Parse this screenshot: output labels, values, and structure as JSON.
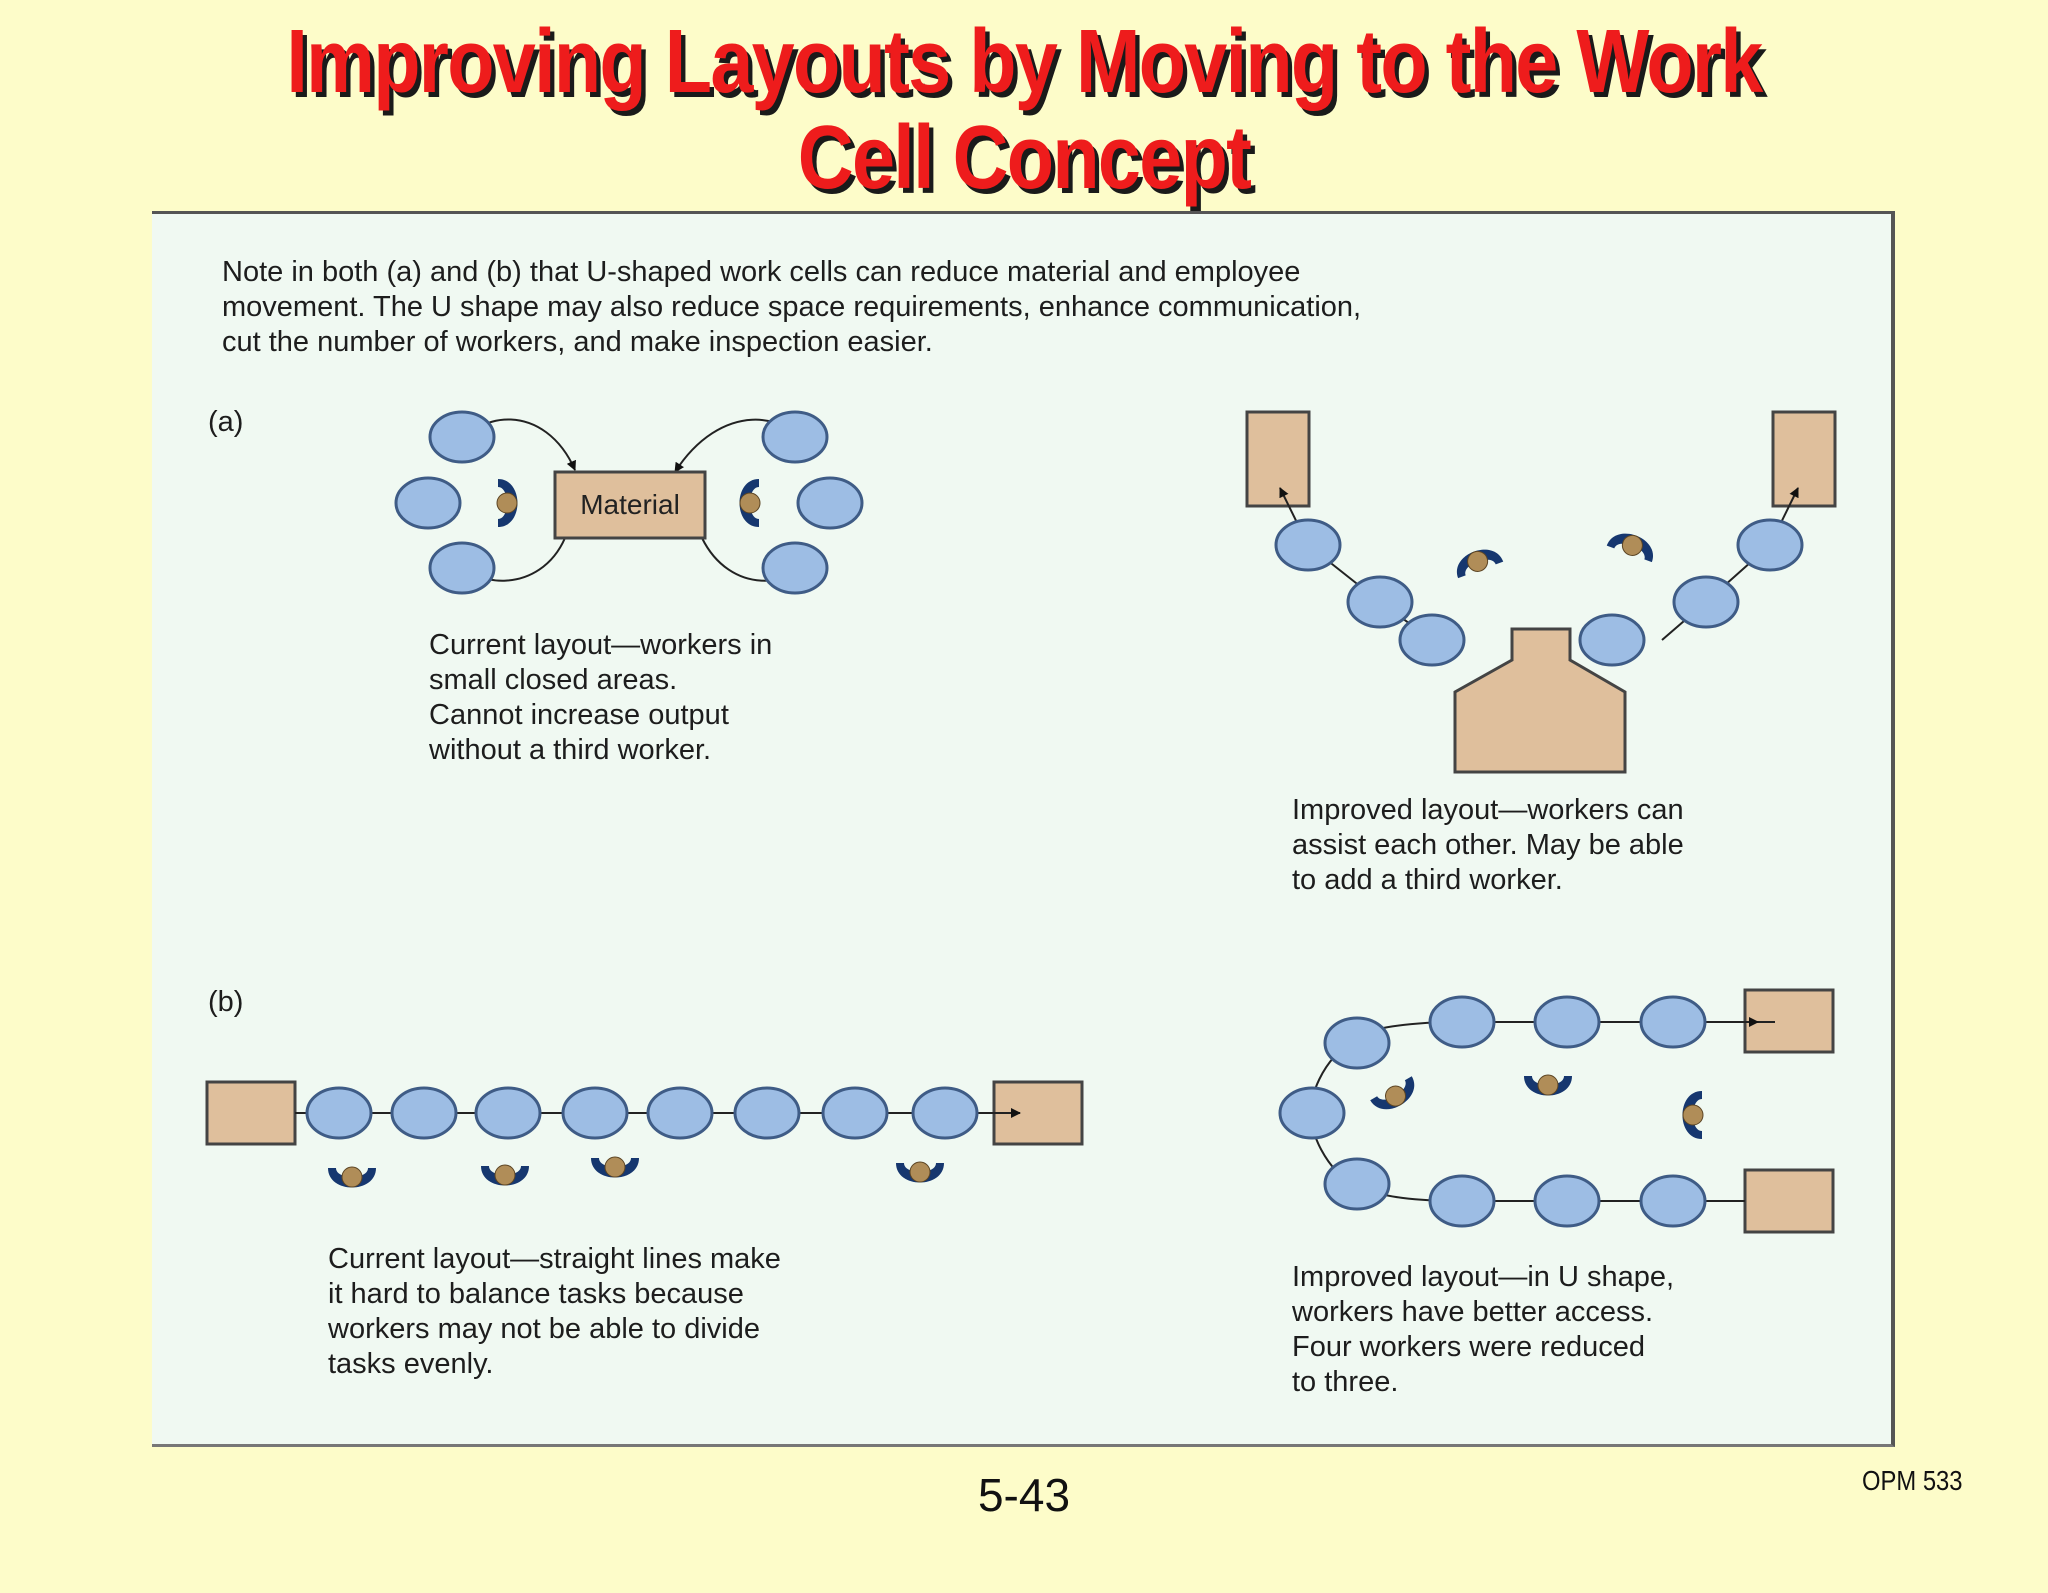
{
  "title": {
    "line1": "Improving Layouts by Moving to the Work",
    "line2": "Cell Concept"
  },
  "intro": "Note in both (a) and (b) that U-shaped work cells can reduce material and employee\nmovement. The U shape may also reduce space requirements, enhance communication,\ncut the number of workers, and make inspection easier.",
  "section_a": {
    "label": "(a)",
    "material_label": "Material",
    "current_caption": "Current layout—workers in\nsmall closed areas.\nCannot increase output\nwithout a third worker.",
    "improved_caption": "Improved layout—workers can\nassist each other. May be able\nto add a third worker."
  },
  "section_b": {
    "label": "(b)",
    "current_caption": "Current layout—straight lines make\nit hard to balance tasks because\nworkers may not be able to divide\ntasks evenly.",
    "improved_caption": "Improved layout—in U shape,\nworkers have better access.\nFour workers were reduced\nto three."
  },
  "footer": {
    "page_number": "5-43",
    "course_code": "OPM 533"
  },
  "colors": {
    "background": "#fdfcc9",
    "title": "#ee1c1c",
    "panel": "#f0f9f2",
    "station_fill": "#9dbde4",
    "station_stroke": "#3f5c86",
    "material_fill": "#dfbf9c",
    "worker_body": "#16376f",
    "worker_head": "#b08d58"
  }
}
